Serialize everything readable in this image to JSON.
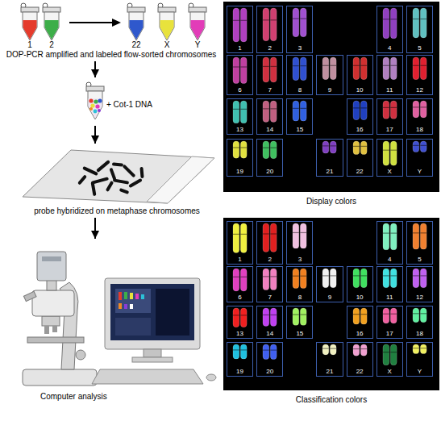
{
  "diagram": {
    "nodes": [
      {
        "text": [
          "DOP-PCR amplified and labeled flow-sorted chromosomes"
        ]
      },
      {
        "text": [
          "+ Cot-1 DNA"
        ]
      },
      {
        "text": [
          "probe hybridized on metaphase chromosomes"
        ]
      },
      {
        "text": [
          "Computer analysis"
        ]
      },
      {
        "text": [
          "Display colors"
        ]
      },
      {
        "text": [
          "1"
        ],
        "in": 4
      },
      {
        "text": [
          "2"
        ],
        "in": 4
      },
      {
        "text": [
          "3"
        ],
        "in": 4
      },
      {
        "text": [
          "4"
        ],
        "in": 4
      },
      {
        "text": [
          "5"
        ],
        "in": 4
      },
      {
        "text": [
          "6"
        ],
        "in": 4
      },
      {
        "text": [
          "7"
        ],
        "in": 4
      },
      {
        "text": [
          "8"
        ],
        "in": 4
      },
      {
        "text": [
          "9"
        ],
        "in": 4
      },
      {
        "text": [
          "10"
        ],
        "in": 4
      },
      {
        "text": [
          "11"
        ],
        "in": 4
      },
      {
        "text": [
          "12"
        ],
        "in": 4
      },
      {
        "text": [
          "13"
        ],
        "in": 4
      },
      {
        "text": [
          "14"
        ],
        "in": 4
      },
      {
        "text": [
          "15"
        ],
        "in": 4
      },
      {
        "text": [
          "16"
        ],
        "in": 4
      },
      {
        "text": [
          "17"
        ],
        "in": 4
      },
      {
        "text": [
          "18"
        ],
        "in": 4
      },
      {
        "text": [
          "19"
        ],
        "in": 4
      },
      {
        "text": [
          "20"
        ],
        "in": 4
      },
      {
        "text": [
          "21"
        ],
        "in": 4
      },
      {
        "text": [
          "22"
        ],
        "in": 4
      },
      {
        "text": [
          "X"
        ],
        "in": 4
      },
      {
        "text": [
          "Y"
        ],
        "in": 4
      },
      {
        "text": [
          "Classification colors"
        ]
      },
      {
        "text": [
          "1"
        ],
        "in": 29
      },
      {
        "text": [
          "2"
        ],
        "in": 29
      },
      {
        "text": [
          "3"
        ],
        "in": 29
      },
      {
        "text": [
          "4"
        ],
        "in": 29
      },
      {
        "text": [
          "5"
        ],
        "in": 29
      },
      {
        "text": [
          "6"
        ],
        "in": 29
      },
      {
        "text": [
          "7"
        ],
        "in": 29
      },
      {
        "text": [
          "8"
        ],
        "in": 29
      },
      {
        "text": [
          "9"
        ],
        "in": 29
      },
      {
        "text": [
          "10"
        ],
        "in": 29
      },
      {
        "text": [
          "11"
        ],
        "in": 29
      },
      {
        "text": [
          "12"
        ],
        "in": 29
      },
      {
        "text": [
          "13"
        ],
        "in": 29
      },
      {
        "text": [
          "14"
        ],
        "in": 29
      },
      {
        "text": [
          "15"
        ],
        "in": 29
      },
      {
        "text": [
          "16"
        ],
        "in": 29
      },
      {
        "text": [
          "17"
        ],
        "in": 29
      },
      {
        "text": [
          "18"
        ],
        "in": 29
      },
      {
        "text": [
          "19"
        ],
        "in": 29
      },
      {
        "text": [
          "20"
        ],
        "in": 29
      },
      {
        "text": [
          "21"
        ],
        "in": 29
      },
      {
        "text": [
          "22"
        ],
        "in": 29
      },
      {
        "text": [
          "X"
        ],
        "in": 29
      },
      {
        "text": [
          "Y"
        ],
        "in": 29
      }
    ],
    "edges": [
      {
        "from": 0,
        "to": 1,
        "arrow": "to"
      },
      {
        "from": 1,
        "to": 2,
        "arrow": "to"
      },
      {
        "from": 2,
        "to": 3,
        "arrow": "to"
      }
    ],
    "labels": [
      "1",
      "2",
      "22",
      "X",
      "Y"
    ]
  }
}
